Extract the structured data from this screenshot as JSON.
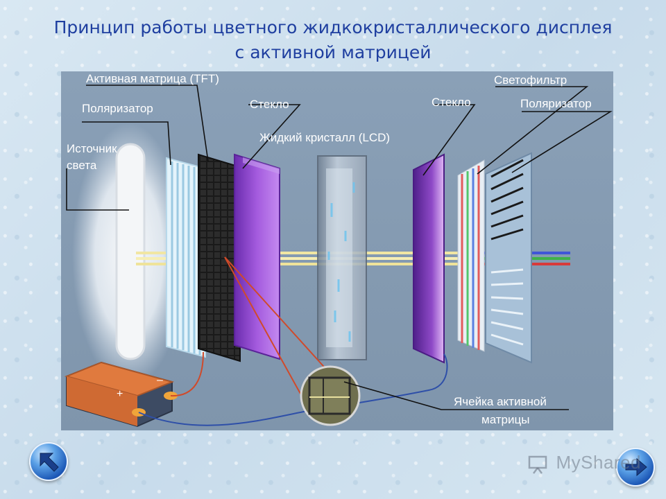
{
  "title": {
    "line1": "Принцип работы цветного жидкокристаллического дисплея",
    "line2": "с активной матрицей"
  },
  "diagram": {
    "labels": {
      "active_matrix": "Активная матрица (TFT)",
      "polarizer_left": "Поляризатор",
      "light_source_1": "Источник",
      "light_source_2": "света",
      "glass_left": "Стекло",
      "liquid_crystal": "Жидкий кристалл (LCD)",
      "glass_right": "Стекло",
      "color_filter": "Светофильтр",
      "polarizer_right": "Поляризатор",
      "cell_1": "Ячейка активной",
      "cell_2": "матрицы"
    },
    "battery_labels": {
      "minus": "–",
      "plus": "+"
    }
  },
  "navigation": {
    "prev_icon": "arrow-up-left-icon",
    "next_icon": "arrow-right-icon"
  },
  "watermark": {
    "text": "MyShared"
  }
}
